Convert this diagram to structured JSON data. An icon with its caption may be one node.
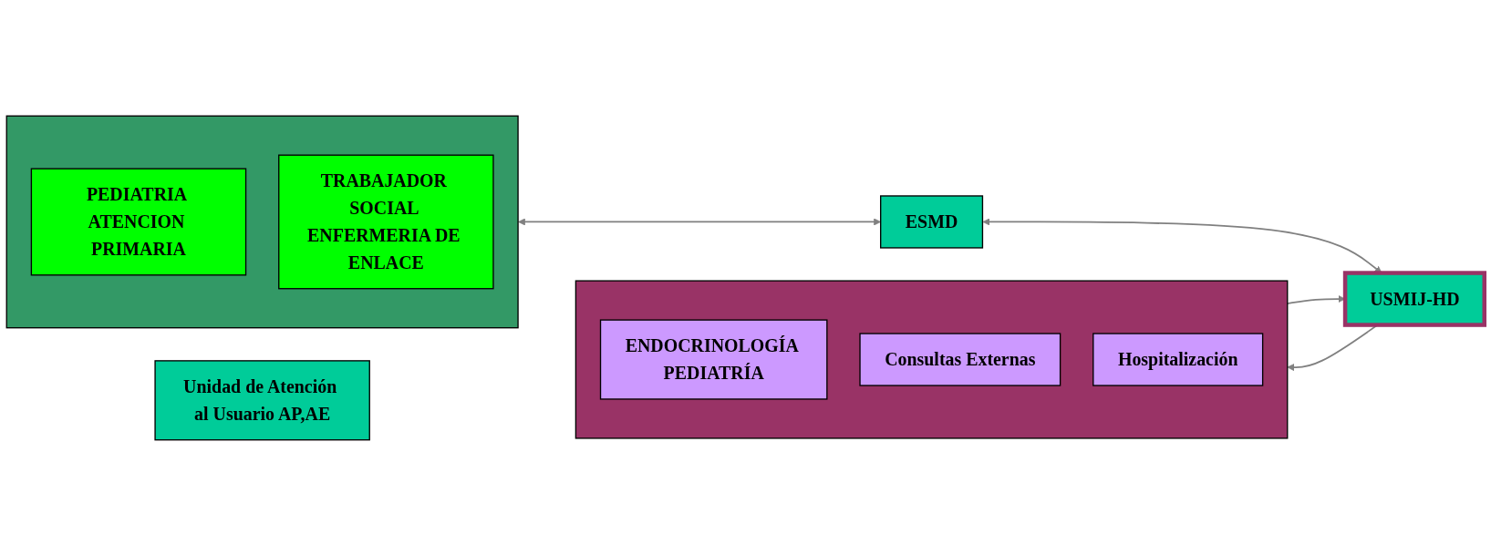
{
  "diagram": {
    "nodes": [
      {
        "text": [
          "Unidad de Atención al Usuario AP,AE"
        ]
      },
      {
        "text": [],
        "shape": "box"
      },
      {
        "text": [
          "PEDIATRIA ATENCION PRIMARIA"
        ],
        "in": 1
      },
      {
        "text": [
          "TRABAJADOR SOCIAL ENFERMERIA DE ENLACE"
        ],
        "in": 1
      },
      {
        "text": [
          "ESMD"
        ]
      },
      {
        "text": [
          "USMIJ-HD"
        ]
      },
      {
        "text": [],
        "shape": "box"
      },
      {
        "text": [
          "ENDOCRINOLOGÍA PEDIATRÍA"
        ],
        "in": 6
      },
      {
        "text": [
          "Consultas Externas"
        ],
        "in": 6
      },
      {
        "text": [
          "Hospitalización"
        ],
        "in": 6
      }
    ],
    "edges": [
      {
        "from": 1,
        "to": 4,
        "arrow": "both"
      },
      {
        "from": 4,
        "to": 5,
        "arrow": "both"
      },
      {
        "from": 6,
        "to": 5,
        "arrow": "to"
      },
      {
        "from": 5,
        "to": 6,
        "arrow": "to"
      }
    ]
  }
}
